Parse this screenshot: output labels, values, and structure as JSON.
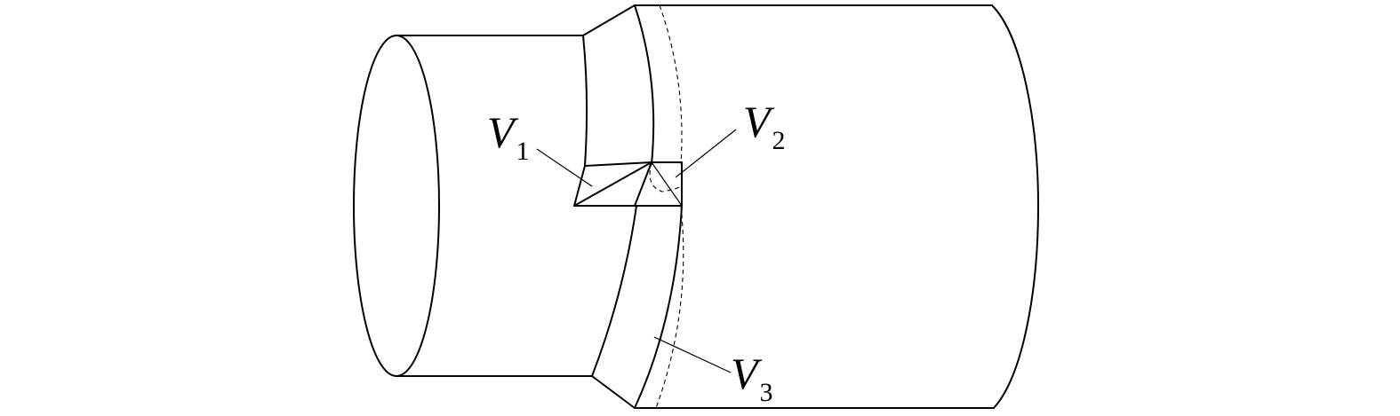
{
  "labels": {
    "v1": {
      "main": "V",
      "sub": "1"
    },
    "v2": {
      "main": "V",
      "sub": "2"
    },
    "v3": {
      "main": "V",
      "sub": "3"
    }
  },
  "colors": {
    "line": "#000000",
    "background": "#ffffff"
  }
}
